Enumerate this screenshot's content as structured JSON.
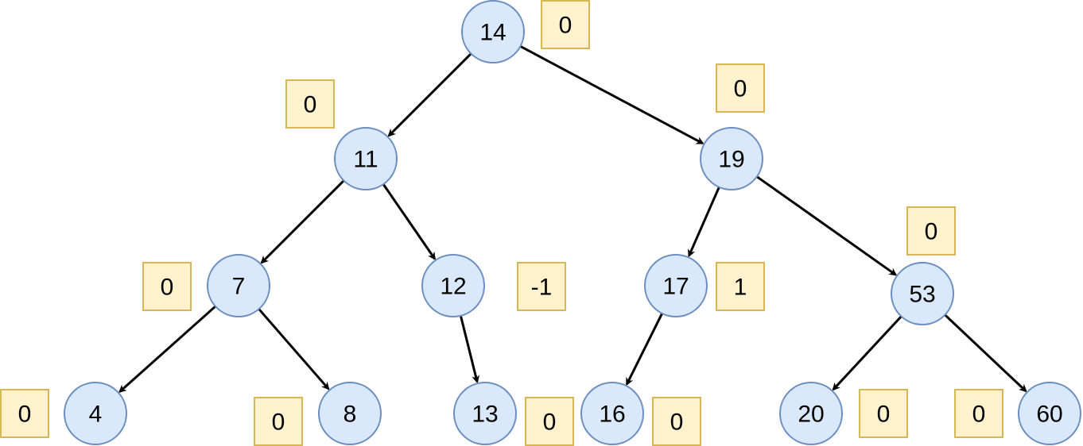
{
  "colors": {
    "node_fill": "#dae8fc",
    "node_stroke": "#6c8ebf",
    "balance_fill": "#fff2cc",
    "balance_stroke": "#d6b656",
    "edge": "#000000"
  },
  "nodes": [
    {
      "id": "n14",
      "label": "14",
      "balance": "0"
    },
    {
      "id": "n11",
      "label": "11",
      "balance": "0"
    },
    {
      "id": "n19",
      "label": "19",
      "balance": "0"
    },
    {
      "id": "n7",
      "label": "7",
      "balance": "0"
    },
    {
      "id": "n12",
      "label": "12",
      "balance": "-1"
    },
    {
      "id": "n17",
      "label": "17",
      "balance": "1"
    },
    {
      "id": "n53",
      "label": "53",
      "balance": "0"
    },
    {
      "id": "n4",
      "label": "4",
      "balance": "0"
    },
    {
      "id": "n8",
      "label": "8",
      "balance": "0"
    },
    {
      "id": "n13",
      "label": "13",
      "balance": "0"
    },
    {
      "id": "n16",
      "label": "16",
      "balance": "0"
    },
    {
      "id": "n20",
      "label": "20",
      "balance": "0"
    },
    {
      "id": "n60",
      "label": "60",
      "balance": "0"
    }
  ],
  "edges": [
    {
      "from": "n14",
      "to": "n11"
    },
    {
      "from": "n14",
      "to": "n19"
    },
    {
      "from": "n11",
      "to": "n7"
    },
    {
      "from": "n11",
      "to": "n12"
    },
    {
      "from": "n19",
      "to": "n17"
    },
    {
      "from": "n19",
      "to": "n53"
    },
    {
      "from": "n7",
      "to": "n4"
    },
    {
      "from": "n7",
      "to": "n8"
    },
    {
      "from": "n12",
      "to": "n13"
    },
    {
      "from": "n17",
      "to": "n16"
    },
    {
      "from": "n53",
      "to": "n20"
    },
    {
      "from": "n53",
      "to": "n60"
    }
  ]
}
